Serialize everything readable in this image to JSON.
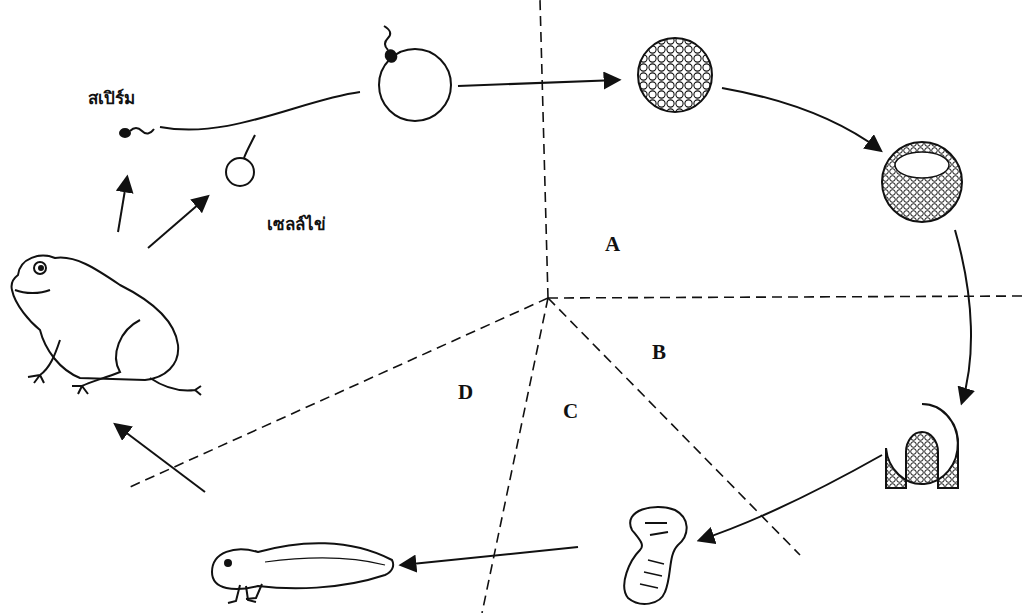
{
  "diagram": {
    "labels": [
      "สเปิร์ม",
      "เซลล์ไข่",
      "A",
      "B",
      "C",
      "D"
    ]
  }
}
